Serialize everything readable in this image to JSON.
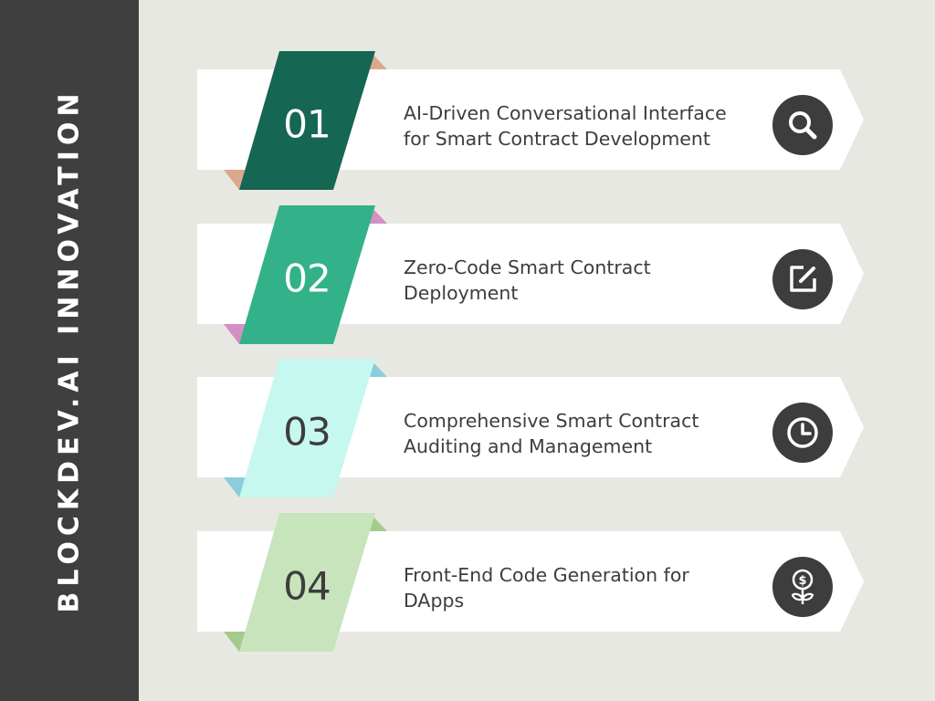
{
  "sidebar": {
    "title": "BLOCKDEV.AI INNOVATION"
  },
  "steps": [
    {
      "number": "01",
      "line1": "AI-Driven Conversational Interface",
      "line2": "for Smart Contract Development",
      "color": "#156653",
      "accent": "#dca88c",
      "icon": "search-icon"
    },
    {
      "number": "02",
      "line1": "Zero-Code Smart Contract",
      "line2": "Deployment",
      "color": "#33b28a",
      "accent": "#d48fc5",
      "icon": "edit-icon"
    },
    {
      "number": "03",
      "line1": "Comprehensive Smart Contract",
      "line2": "Auditing and Management",
      "color": "#c7f8ef",
      "accent": "#8acddc",
      "icon": "clock-icon"
    },
    {
      "number": "04",
      "line1": "Front-End Code Generation for",
      "line2": "DApps",
      "color": "#c7e4bc",
      "accent": "#a4cb8b",
      "icon": "money-plant-icon"
    }
  ]
}
